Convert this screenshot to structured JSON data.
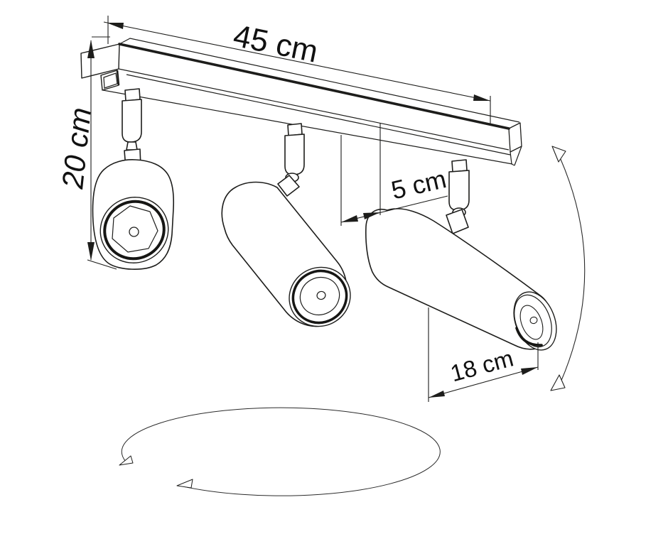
{
  "page": {
    "background_color": "#ffffff",
    "line_color": "#1d1d1b",
    "text_color": "#111111"
  },
  "drawing": {
    "labels": {
      "rail_length": "45 cm",
      "fixture_height": "20 cm",
      "rail_depth": "5 cm",
      "spot_length": "18 cm"
    },
    "icons": {
      "dimension_arrows": "filled-triangle-dimension-arrowhead",
      "tilt_arrow": "tilt-rotation-arc-arrow",
      "swivel_arrow": "swivel-360-rotation-ellipse-arrow"
    }
  }
}
